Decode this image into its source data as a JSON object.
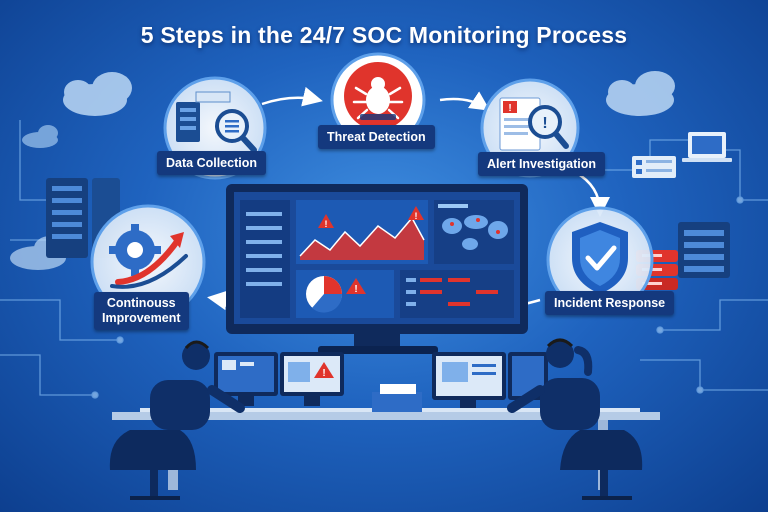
{
  "title": "5 Steps in the 24/7 SOC Monitoring Process",
  "steps": [
    {
      "label": "Data Collection",
      "icon": "server-search-icon"
    },
    {
      "label": "Threat Detection",
      "icon": "bug-icon"
    },
    {
      "label": "Alert Investigation",
      "icon": "document-search-icon"
    },
    {
      "label": "Incident Response",
      "icon": "shield-check-icon"
    },
    {
      "label_line1": "Continouss",
      "label_line2": "Improvement",
      "icon": "gear-arrow-icon"
    }
  ],
  "colors": {
    "background": "#1f63bf",
    "label_bg": "#14397e",
    "accent_red": "#e0342c",
    "monitor_dark": "#0f2a5c",
    "screen_blue": "#1a4a9a"
  }
}
